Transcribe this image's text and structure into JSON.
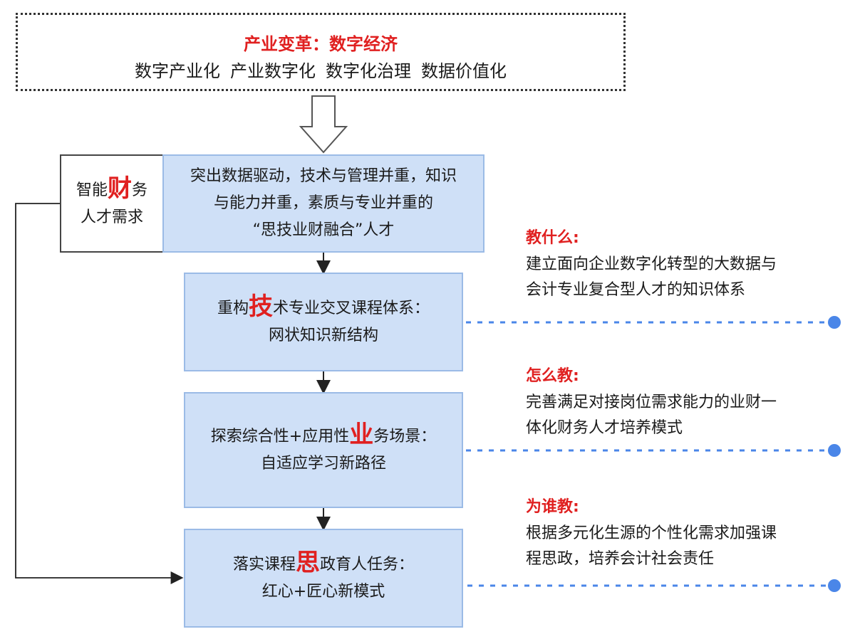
{
  "top": {
    "title": "产业变革：数字经济",
    "items": [
      "数字产业化",
      "产业数字化",
      "数字化治理",
      "数据价值化"
    ]
  },
  "talent_demand": {
    "part1": "智能",
    "highlight": "财",
    "part2": "务",
    "line2": "人才需求"
  },
  "core_box": {
    "line1": "突出数据驱动，技术与管理并重，知识",
    "line2": "与能力并重，素质与专业并重的",
    "line3": "“思技业财融合”人才"
  },
  "steps": [
    {
      "pre": "重构",
      "highlight": "技",
      "post": "术专业交叉课程体系：",
      "line2": "网状知识新结构"
    },
    {
      "pre": "探索综合性+应用性",
      "highlight": "业",
      "post": "务场景：",
      "line2": "自适应学习新路径"
    },
    {
      "pre": "落实课程",
      "highlight": "思",
      "post": "政育人任务：",
      "line2": "红心+匠心新模式"
    }
  ],
  "side_notes": [
    {
      "heading": "教什么:",
      "line1": "建立面向企业数字化转型的大数据与",
      "line2": "会计专业复合型人才的知识体系"
    },
    {
      "heading": "怎么教:",
      "line1": "完善满足对接岗位需求能力的业财一",
      "line2": "体化财务人才培养模式"
    },
    {
      "heading": "为谁教:",
      "line1": "根据多元化生源的个性化需求加强课",
      "line2": "程思政，培养会计社会责任"
    }
  ],
  "colors": {
    "accent_red": "#e02020",
    "box_fill": "#cfe0f7",
    "box_border": "#9bbbe6",
    "dot_line": "#4a86e8"
  }
}
